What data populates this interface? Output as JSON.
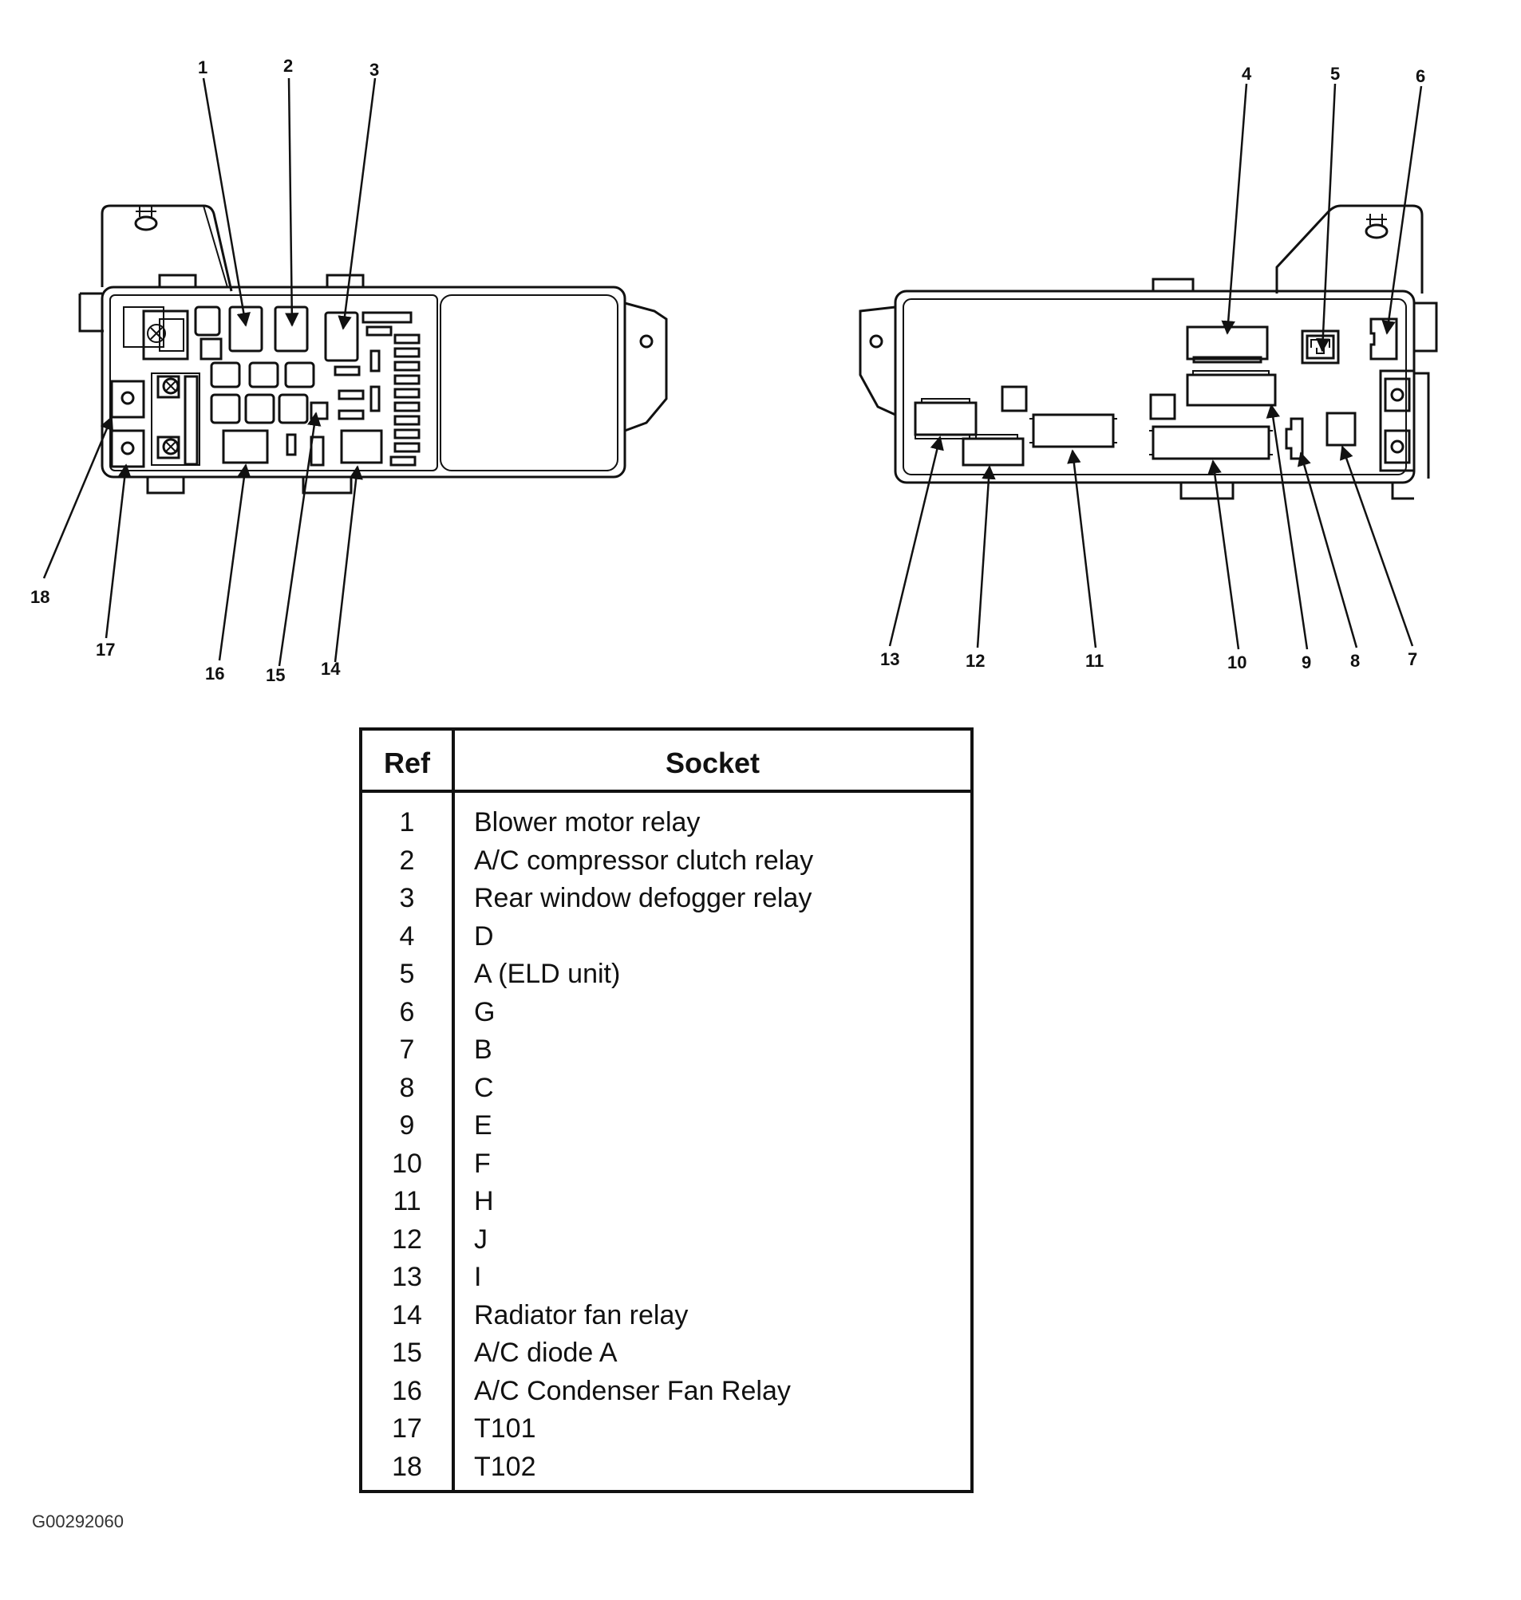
{
  "callouts": [
    "1",
    "2",
    "3",
    "4",
    "5",
    "6",
    "7",
    "8",
    "9",
    "10",
    "11",
    "12",
    "13",
    "14",
    "15",
    "16",
    "17",
    "18"
  ],
  "table": {
    "headers": {
      "ref": "Ref",
      "socket": "Socket"
    },
    "rows": [
      {
        "ref": "1",
        "socket": "Blower motor relay"
      },
      {
        "ref": "2",
        "socket": "A/C compressor clutch relay"
      },
      {
        "ref": "3",
        "socket": "Rear window defogger relay"
      },
      {
        "ref": "4",
        "socket": "D"
      },
      {
        "ref": "5",
        "socket": "A (ELD unit)"
      },
      {
        "ref": "6",
        "socket": "G"
      },
      {
        "ref": "7",
        "socket": "B"
      },
      {
        "ref": "8",
        "socket": "C"
      },
      {
        "ref": "9",
        "socket": "E"
      },
      {
        "ref": "10",
        "socket": "F"
      },
      {
        "ref": "11",
        "socket": "H"
      },
      {
        "ref": "12",
        "socket": "J"
      },
      {
        "ref": "13",
        "socket": "I"
      },
      {
        "ref": "14",
        "socket": "Radiator fan relay"
      },
      {
        "ref": "15",
        "socket": "A/C diode A"
      },
      {
        "ref": "16",
        "socket": "A/C Condenser Fan Relay"
      },
      {
        "ref": "17",
        "socket": "T101"
      },
      {
        "ref": "18",
        "socket": "T102"
      }
    ]
  },
  "figure_code": "G00292060"
}
